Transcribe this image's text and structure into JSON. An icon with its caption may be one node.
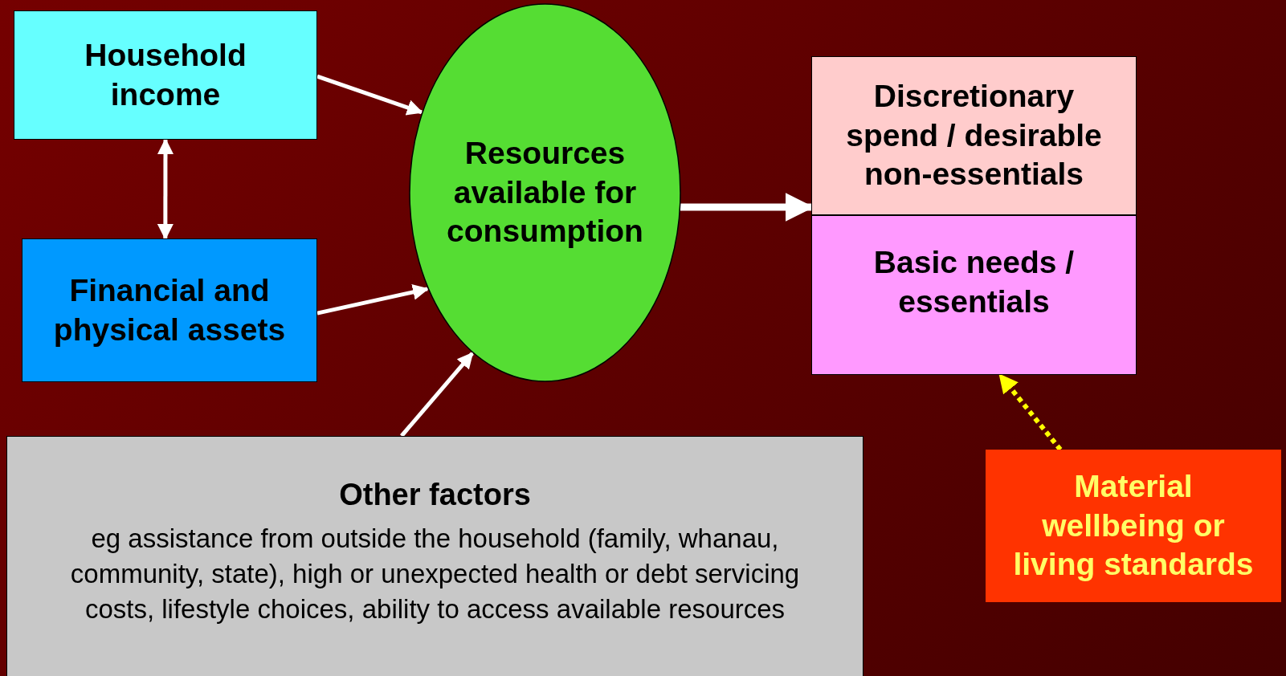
{
  "diagram": {
    "nodes": [
      {
        "text": [
          "Household income"
        ]
      },
      {
        "text": [
          "Financial and physical assets"
        ]
      },
      {
        "text": [
          "Resources available for consumption"
        ]
      },
      {
        "text": [
          "Discretionary spend / desirable non-essentials"
        ]
      },
      {
        "text": [
          "Basic needs / essentials"
        ]
      },
      {
        "text": [
          "Other factors",
          "eg assistance from outside the household (family, whanau, community, state), high or unexpected health or debt servicing costs, lifestyle choices, ability to access available resources"
        ]
      },
      {
        "text": [
          "Material wellbeing or living standards"
        ]
      }
    ],
    "edges": [
      {
        "from": 0,
        "to": 2,
        "arrow": "to"
      },
      {
        "from": 1,
        "to": 2,
        "arrow": "to"
      },
      {
        "from": 0,
        "to": 1,
        "arrow": "both"
      },
      {
        "from": 5,
        "to": 2,
        "arrow": "to"
      },
      {
        "from": 2,
        "to": 3,
        "arrow": "to",
        "style": "thick"
      },
      {
        "from": 6,
        "to": 4,
        "arrow": "to",
        "style": "dashed",
        "color": "#ffff00"
      }
    ]
  }
}
